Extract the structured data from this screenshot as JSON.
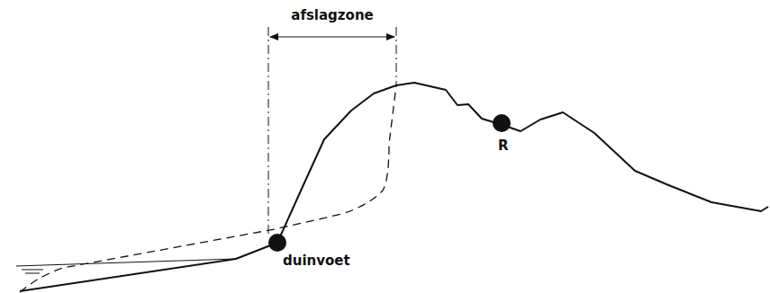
{
  "diagram": {
    "labels": [
      "afslagzone",
      "duinvoet",
      "R"
    ]
  }
}
